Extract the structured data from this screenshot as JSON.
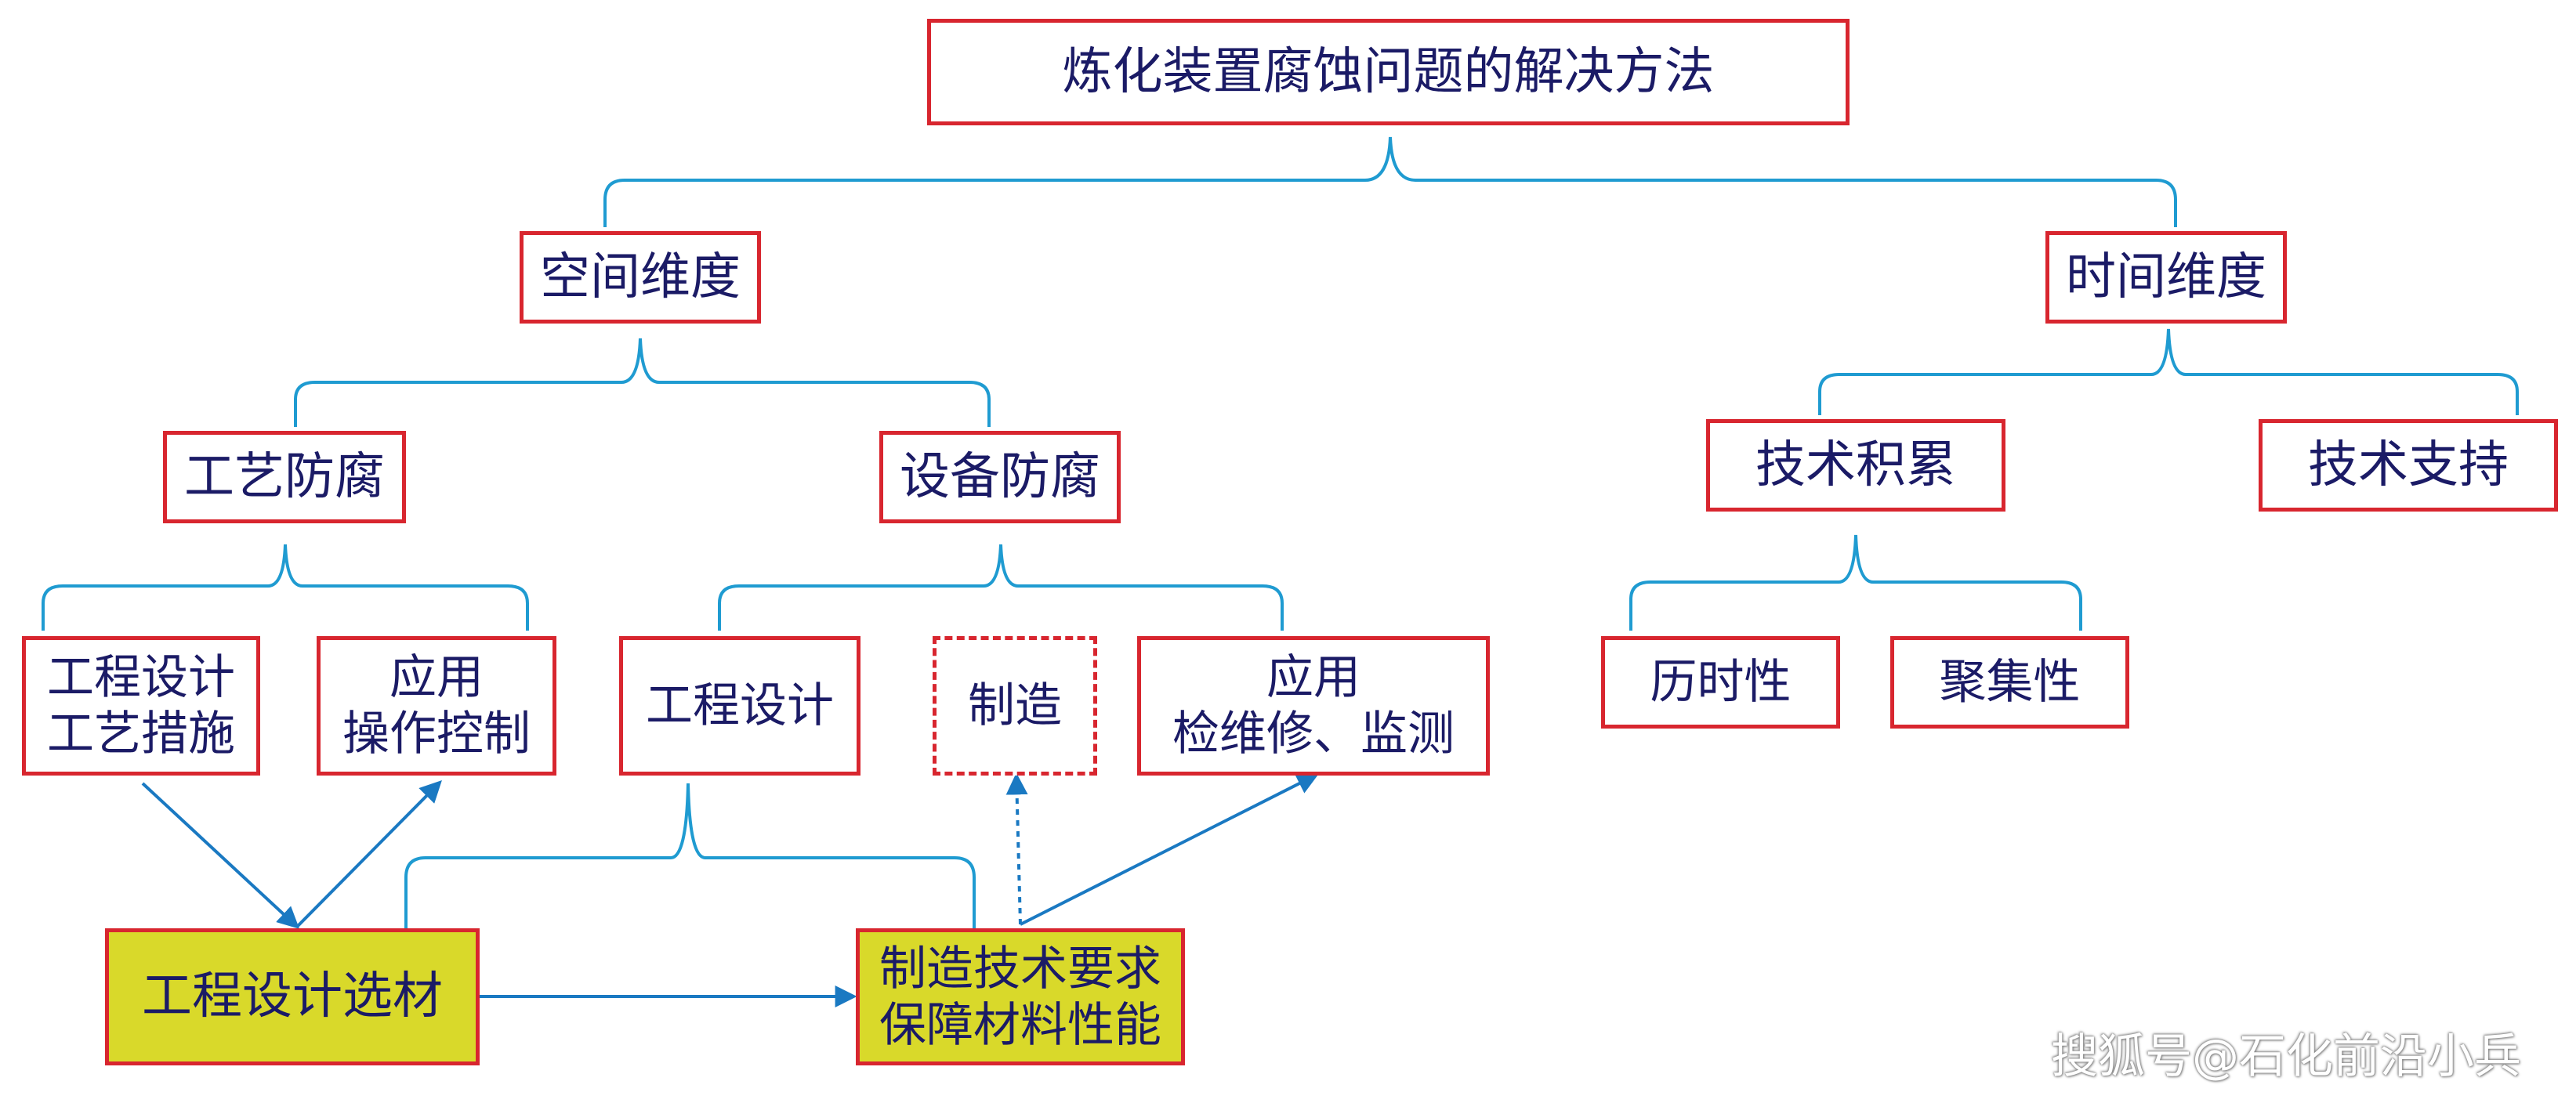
{
  "colors": {
    "box_border": "#d8262f",
    "connector": "#1f9bd1",
    "arrow": "#1a79c2",
    "highlight": "#d9d92a",
    "text": "#1b1b66"
  },
  "nodes": {
    "root": {
      "lines": [
        "炼化装置腐蚀问题的解决方法"
      ]
    },
    "spatial": {
      "lines": [
        "空间维度"
      ]
    },
    "temporal": {
      "lines": [
        "时间维度"
      ]
    },
    "process_protection": {
      "lines": [
        "工艺防腐"
      ]
    },
    "equipment_protection": {
      "lines": [
        "设备防腐"
      ]
    },
    "tech_accumulation": {
      "lines": [
        "技术积累"
      ]
    },
    "tech_support": {
      "lines": [
        "技术支持"
      ]
    },
    "eng_design_process": {
      "lines": [
        "工程设计",
        "工艺措施"
      ]
    },
    "application_operation": {
      "lines": [
        "应用",
        "操作控制"
      ]
    },
    "engineering_design": {
      "lines": [
        "工程设计"
      ]
    },
    "manufacturing": {
      "lines": [
        "制造"
      ]
    },
    "application_maintenance": {
      "lines": [
        "应用",
        "检维修、监测"
      ]
    },
    "chronicity": {
      "lines": [
        "历时性"
      ]
    },
    "clustering": {
      "lines": [
        "聚集性"
      ]
    },
    "material_selection": {
      "lines": [
        "工程设计选材"
      ]
    },
    "manufacturing_requirements": {
      "lines": [
        "制造技术要求",
        "保障材料性能"
      ]
    }
  },
  "watermark": "搜狐号@石化前沿小兵"
}
